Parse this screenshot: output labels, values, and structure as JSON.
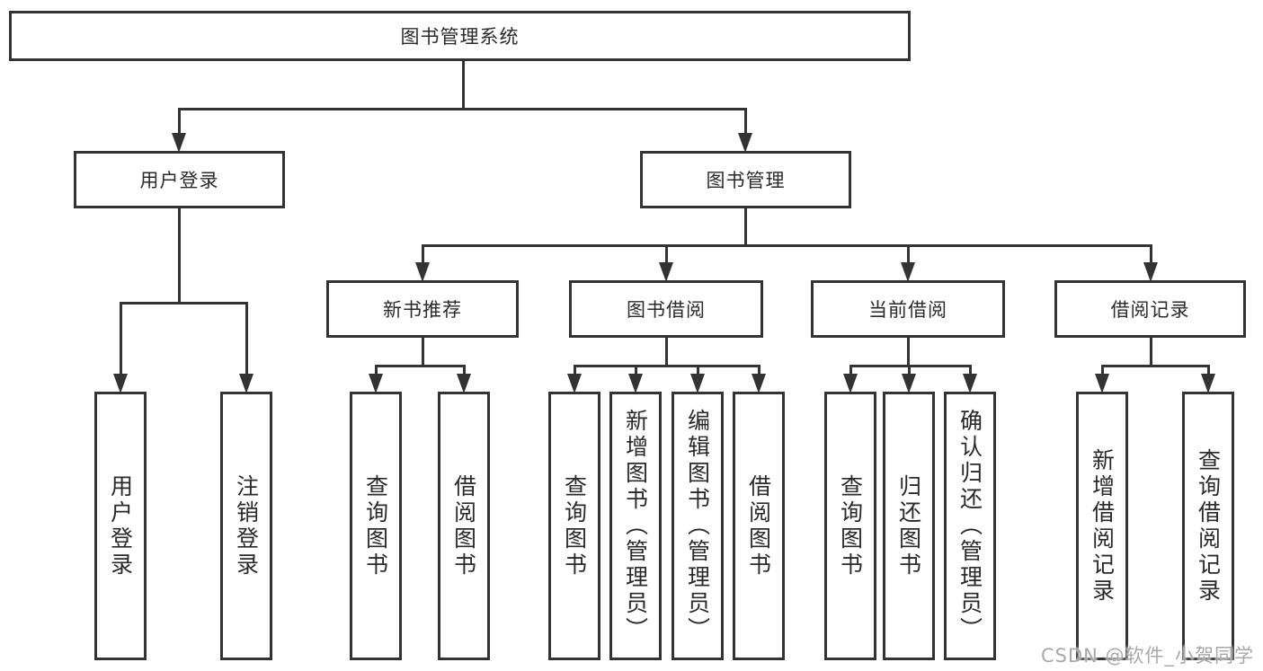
{
  "diagram": {
    "type": "hierarchy-tree",
    "colors": {
      "line": "#333333",
      "box_border": "#333333",
      "box_fill": "#ffffff",
      "text": "#2a2a2a",
      "background": "#ffffff",
      "watermark": "#a8a8a8"
    },
    "tree": {
      "root": {
        "label": "图书管理系统",
        "children": [
          {
            "label": "用户登录",
            "children": [
              {
                "label": "用户登录"
              },
              {
                "label": "注销登录"
              }
            ]
          },
          {
            "label": "图书管理",
            "children": [
              {
                "label": "新书推荐",
                "children": [
                  {
                    "label": "查询图书"
                  },
                  {
                    "label": "借阅图书"
                  }
                ]
              },
              {
                "label": "图书借阅",
                "children": [
                  {
                    "label": "查询图书"
                  },
                  {
                    "label": "新增图书（管理员）"
                  },
                  {
                    "label": "编辑图书（管理员）"
                  },
                  {
                    "label": "借阅图书"
                  }
                ]
              },
              {
                "label": "当前借阅",
                "children": [
                  {
                    "label": "查询图书"
                  },
                  {
                    "label": "归还图书"
                  },
                  {
                    "label": "确认归还（管理员）"
                  }
                ]
              },
              {
                "label": "借阅记录",
                "children": [
                  {
                    "label": "新增借阅记录"
                  },
                  {
                    "label": "查询借阅记录"
                  }
                ]
              }
            ]
          }
        ]
      }
    },
    "watermark": {
      "text": "CSDN @软件_小贺同学"
    }
  }
}
